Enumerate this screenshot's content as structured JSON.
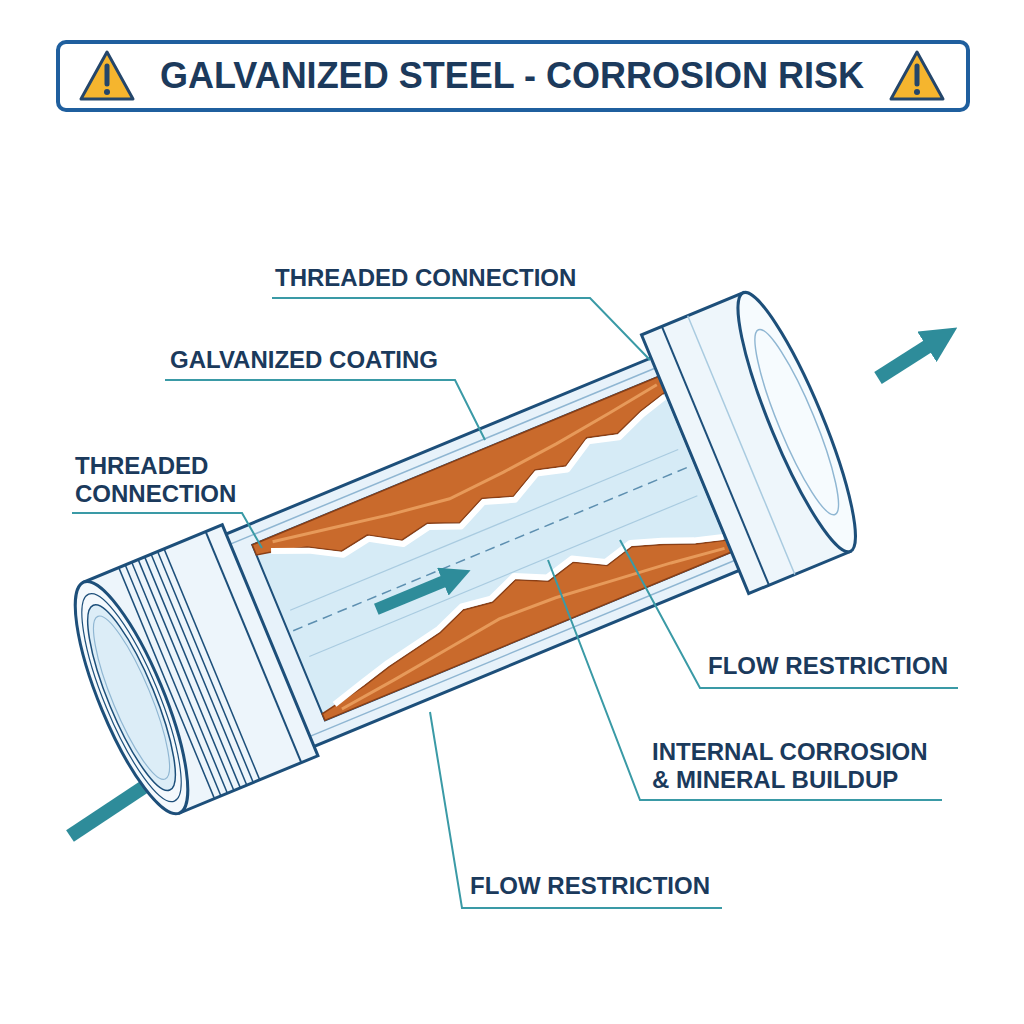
{
  "diagram": {
    "title": "GALVANIZED STEEL - CORROSION RISK",
    "labels": [
      "THREADED CONNECTION",
      "GALVANIZED COATING",
      "THREADED CONNECTION",
      "FLOW RESTRICTION",
      "INTERNAL CORROSION & MINERAL BUILDUP",
      "FLOW RESTRICTION"
    ]
  }
}
